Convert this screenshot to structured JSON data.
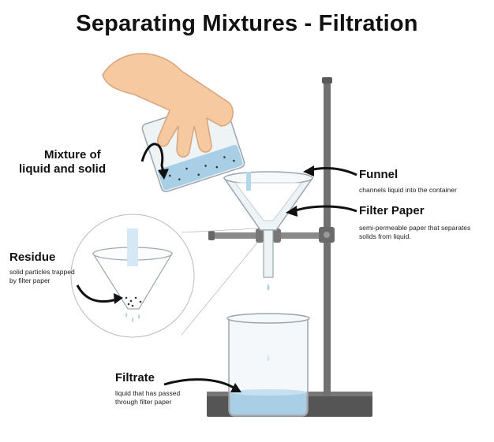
{
  "title": "Separating Mixtures - Filtration",
  "labels": {
    "mixture": {
      "line1": "Mixture of",
      "line2": "liquid and solid"
    },
    "funnel": {
      "name": "Funnel",
      "desc": "channels liquid into the container"
    },
    "filter_paper": {
      "name": "Filter Paper",
      "desc1": "semi-permeable paper that separates",
      "desc2": "solids from liquid."
    },
    "residue": {
      "name": "Residue",
      "desc1": "solid particles trapped",
      "desc2": "by filter paper"
    },
    "filtrate": {
      "name": "Filtrate",
      "desc1": "liquid that has passed",
      "desc2": "through filter paper"
    }
  },
  "colors": {
    "liquid": "#a9cfe6",
    "glass": "#d8e4ea",
    "stand": "#6f6f6f",
    "skin": "#f6c9a0"
  }
}
